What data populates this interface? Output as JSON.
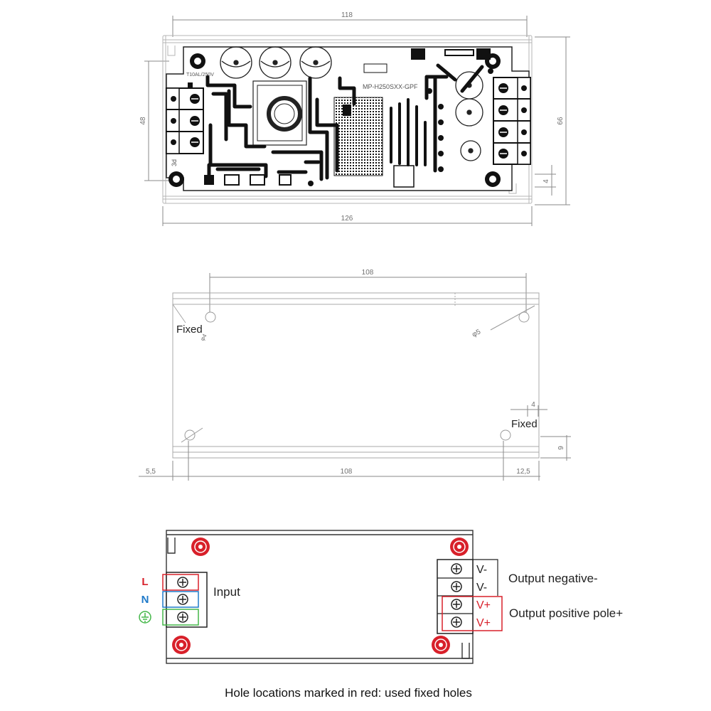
{
  "top_view": {
    "dimensions": {
      "top_width": "118",
      "bottom_width": "126",
      "left_height": "48",
      "right_height": "66",
      "right_small": "4"
    },
    "board": {
      "model_text": "MP-H250SXX-GPF",
      "fuse_text": "T10AL/250V",
      "corner_text": "3d"
    }
  },
  "middle_view": {
    "dimensions": {
      "top_span": "108",
      "bottom_left": "5,5",
      "bottom_span": "108",
      "bottom_right": "12,5",
      "right_offset": "4",
      "right_height": "9",
      "hole_diameter": "φ5",
      "left_hole": "φ4"
    },
    "labels": {
      "fixed_left": "Fixed",
      "fixed_right": "Fixed"
    }
  },
  "bottom_view": {
    "input": {
      "letters": [
        "L",
        "N"
      ],
      "label": "Input"
    },
    "output": {
      "terminals": [
        "V-",
        "V-",
        "V+",
        "V+"
      ],
      "negative_label": "Output negative-",
      "positive_label": "Output positive pole+"
    },
    "colors": {
      "live": "#d8202a",
      "neutral": "#1f7ac9",
      "ground": "#44b749",
      "positive": "#d8202a"
    }
  },
  "caption": "Hole locations marked in red: used fixed holes"
}
